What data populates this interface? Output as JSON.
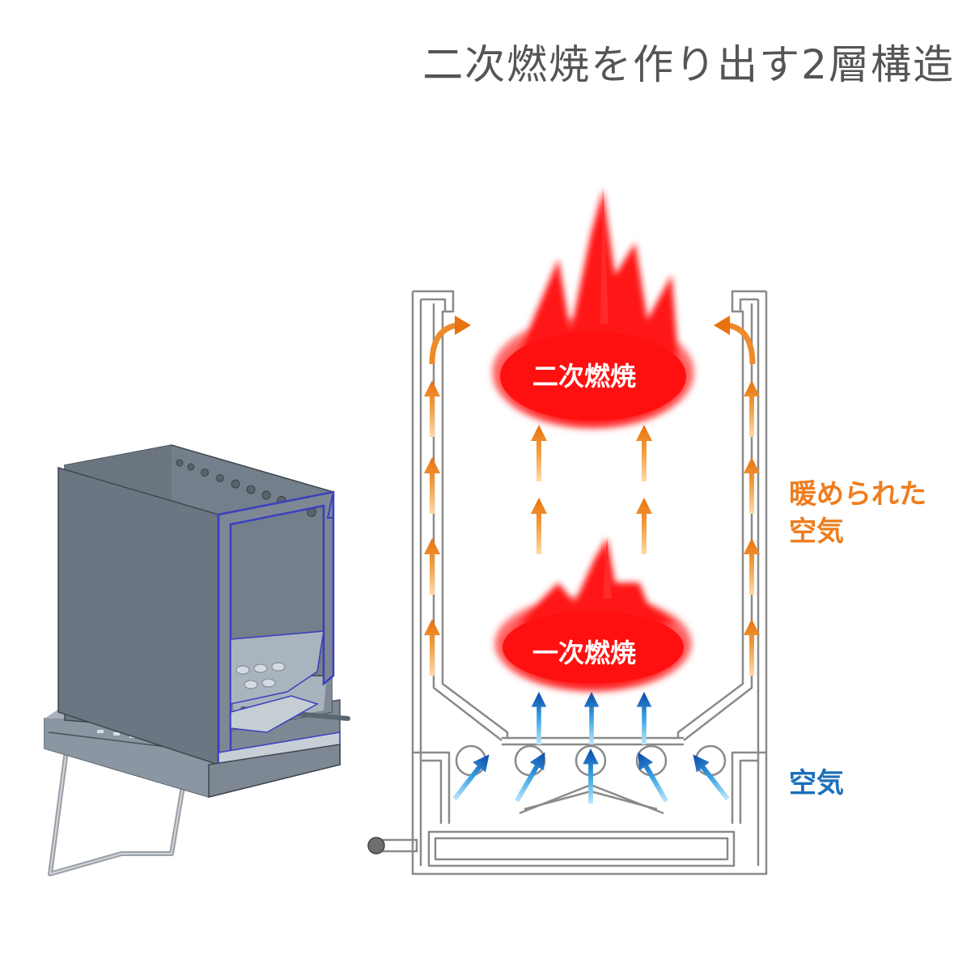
{
  "title": "二次燃焼を作り出す2層構造",
  "labels": {
    "secondary_combustion": "二次燃焼",
    "primary_combustion": "一次燃焼",
    "warmed_air": [
      "暖められた",
      "空気"
    ],
    "air": "空気"
  },
  "colors": {
    "title": "#555555",
    "warm_air": "#ee7d1e",
    "cold_air": "#1d6fba",
    "flame": "#ff1010",
    "stove_body": "#7d8894",
    "stove_edge": "#3b3fbf"
  },
  "icons": [
    "flame-icon",
    "warm-air-arrow-icon",
    "cold-air-arrow-icon",
    "stove-3d-illustration"
  ]
}
